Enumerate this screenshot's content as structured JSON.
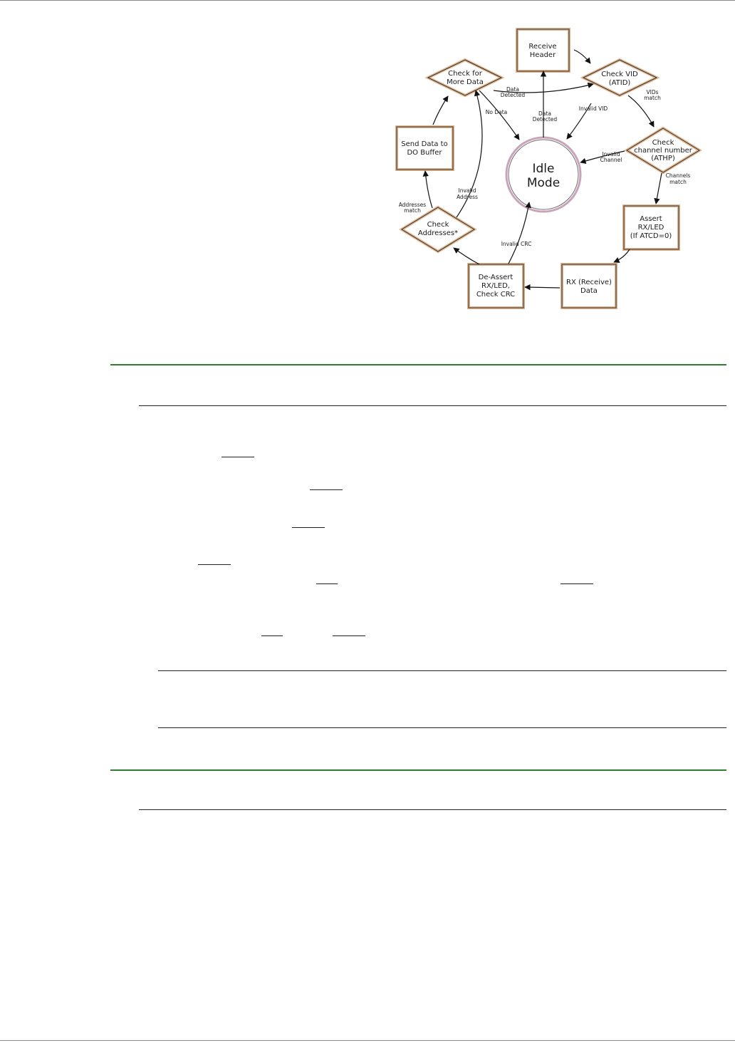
{
  "diagram": {
    "center": [
      "Idle",
      "Mode"
    ],
    "nodes": {
      "receive_header": [
        "Receive",
        "Header"
      ],
      "check_vid": [
        "Check VID",
        "(ATID)"
      ],
      "check_channel": [
        "Check",
        "channel number",
        "(ATHP)"
      ],
      "assert_rx": [
        "Assert",
        "RX/LED",
        "(If ATCD=0)"
      ],
      "rx_data": [
        "RX (Receive)",
        "Data"
      ],
      "deassert": [
        "De-Assert",
        "RX/LED,",
        "Check CRC"
      ],
      "check_addresses": [
        "Check",
        "Addresses*"
      ],
      "send_data": [
        "Send Data to",
        "DO Buffer"
      ],
      "check_more": [
        "Check for",
        "More Data"
      ]
    },
    "edge_labels": {
      "data_detected_top": [
        "Data",
        "Detected"
      ],
      "data_detected_right": [
        "Data",
        "Detected"
      ],
      "no_data": [
        "No Data"
      ],
      "invalid_vid": [
        "Invalid VID"
      ],
      "vids_match": [
        "VIDs",
        "match"
      ],
      "invalid_channel": [
        "Invalid",
        "Channel"
      ],
      "channels_match": [
        "Channels",
        "match"
      ],
      "invalid_crc": [
        "Invalid CRC"
      ],
      "invalid_address": [
        "Invalid",
        "Address"
      ],
      "addresses_match": [
        "Addresses",
        "match"
      ]
    }
  }
}
